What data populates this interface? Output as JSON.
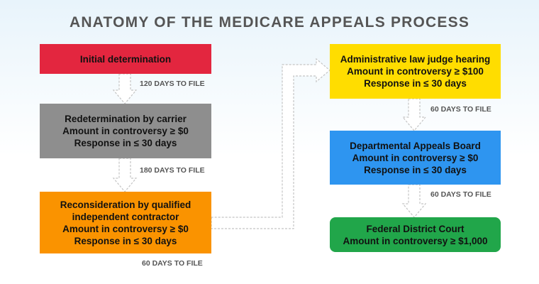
{
  "title": "ANATOMY OF THE MEDICARE APPEALS PROCESS",
  "colors": {
    "initial": "#e3263f",
    "redetermination": "#8e8e8e",
    "reconsideration": "#fa9300",
    "alj": "#ffdd00",
    "board": "#2e95f0",
    "court": "#21a64a"
  },
  "steps": {
    "initial": {
      "title": "Initial determination"
    },
    "redetermination": {
      "title": "Redetermination by carrier",
      "amount": "Amount in controversy ≥ $0",
      "response": "Response in ≤ 30 days"
    },
    "reconsideration": {
      "title_line1": "Reconsideration by qualified",
      "title_line2": "independent contractor",
      "amount": "Amount in controversy ≥ $0",
      "response": "Response in ≤ 30 days"
    },
    "alj": {
      "title": "Administrative law judge hearing",
      "amount": "Amount in controversy ≥ $100",
      "response": "Response in ≤ 30 days"
    },
    "board": {
      "title": "Departmental Appeals Board",
      "amount": "Amount in controversy ≥ $0",
      "response": "Response in ≤ 30 days"
    },
    "court": {
      "title": "Federal District Court",
      "amount": "Amount in controversy ≥ $1,000"
    }
  },
  "deadlines": {
    "initial_to_redetermination": "120 DAYS TO FILE",
    "redetermination_to_reconsideration": "180 DAYS TO FILE",
    "reconsideration_to_alj": "60 DAYS TO FILE",
    "alj_to_board": "60 DAYS TO FILE",
    "board_to_court": "60 DAYS TO FILE"
  }
}
